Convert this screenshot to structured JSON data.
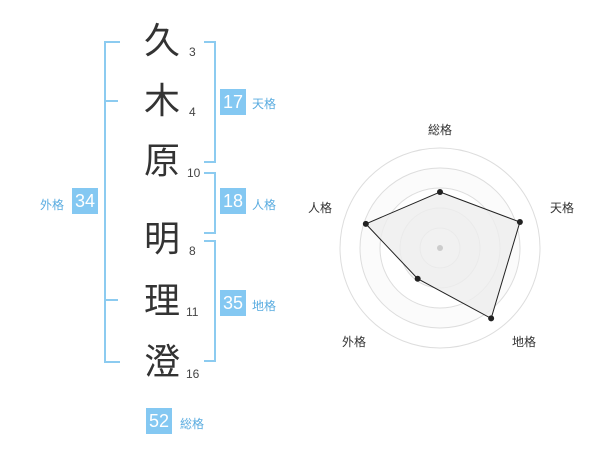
{
  "name": {
    "chars": [
      {
        "char": "久",
        "strokes": "3"
      },
      {
        "char": "木",
        "strokes": "4"
      },
      {
        "char": "原",
        "strokes": "10"
      },
      {
        "char": "明",
        "strokes": "8"
      },
      {
        "char": "理",
        "strokes": "11"
      },
      {
        "char": "澄",
        "strokes": "16"
      }
    ]
  },
  "kakusu": {
    "tenkaku": {
      "value": "17",
      "label": "天格"
    },
    "jinkaku": {
      "value": "18",
      "label": "人格"
    },
    "chikaku": {
      "value": "35",
      "label": "地格"
    },
    "gaikaku": {
      "value": "34",
      "label": "外格"
    },
    "soukaku": {
      "value": "52",
      "label": "総格"
    }
  },
  "radar": {
    "axes": [
      "総格",
      "天格",
      "地格",
      "外格",
      "人格"
    ],
    "values": [
      0.56,
      0.84,
      0.87,
      0.38,
      0.78
    ],
    "fill_color": "#eeeeee",
    "line_color": "#222222",
    "ring_color": "#dddddd"
  }
}
